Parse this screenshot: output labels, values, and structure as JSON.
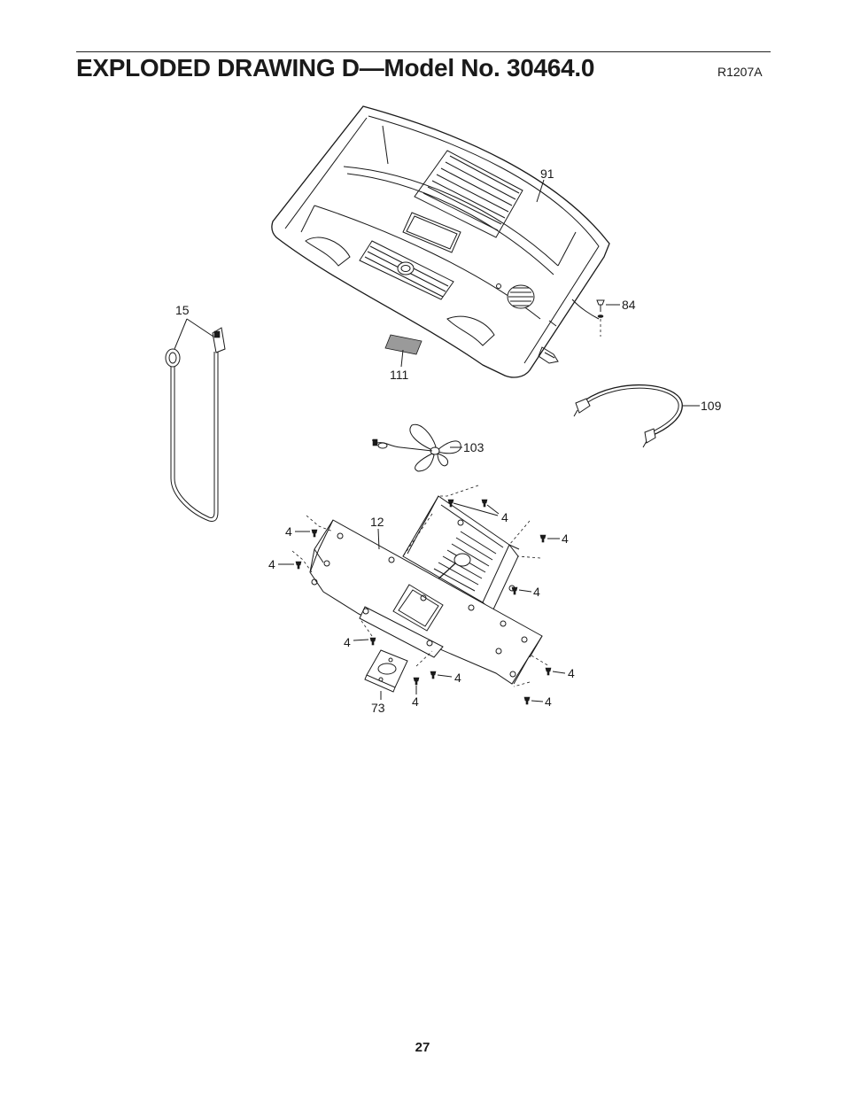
{
  "header": {
    "title": "EXPLODED DRAWING D—Model No. 30464.0",
    "drawing_code": "R1207A"
  },
  "footer": {
    "page_number": "27"
  },
  "callouts": {
    "console": "91",
    "console_screw": "84",
    "key_clip": "15",
    "decal": "111",
    "cable": "109",
    "fan": "103",
    "console_base": "12",
    "cover_plate": "73",
    "screw": "4"
  }
}
